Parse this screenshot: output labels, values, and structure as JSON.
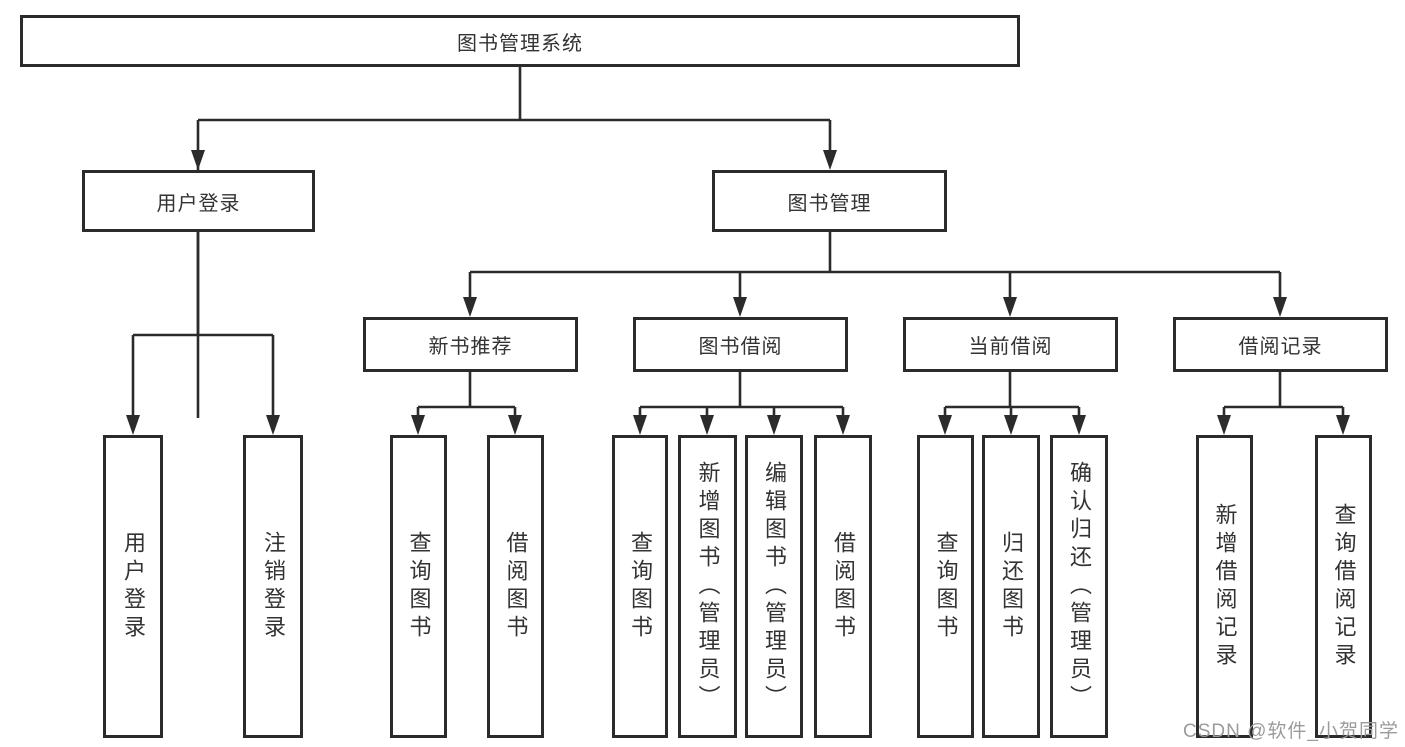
{
  "diagram": {
    "root": {
      "label": "图书管理系统"
    },
    "branches": [
      {
        "label": "用户登录",
        "leaves": [
          {
            "label": "用户登录"
          },
          {
            "label": "注销登录"
          }
        ]
      },
      {
        "label": "图书管理",
        "children": [
          {
            "label": "新书推荐",
            "leaves": [
              {
                "label": "查询图书"
              },
              {
                "label": "借阅图书"
              }
            ]
          },
          {
            "label": "图书借阅",
            "leaves": [
              {
                "label": "查询图书"
              },
              {
                "label": "新增图书（管理员）"
              },
              {
                "label": "编辑图书（管理员）"
              },
              {
                "label": "借阅图书"
              }
            ]
          },
          {
            "label": "当前借阅",
            "leaves": [
              {
                "label": "查询图书"
              },
              {
                "label": "归还图书"
              },
              {
                "label": "确认归还（管理员）"
              }
            ]
          },
          {
            "label": "借阅记录",
            "leaves": [
              {
                "label": "新增借阅记录"
              },
              {
                "label": "查询借阅记录"
              }
            ]
          }
        ]
      }
    ]
  },
  "watermark": {
    "text": "CSDN @软件_小贺同学"
  },
  "colors": {
    "line": "#2b2b2b",
    "text": "#333333",
    "watermark": "#9b9b9b",
    "background": "#ffffff"
  }
}
